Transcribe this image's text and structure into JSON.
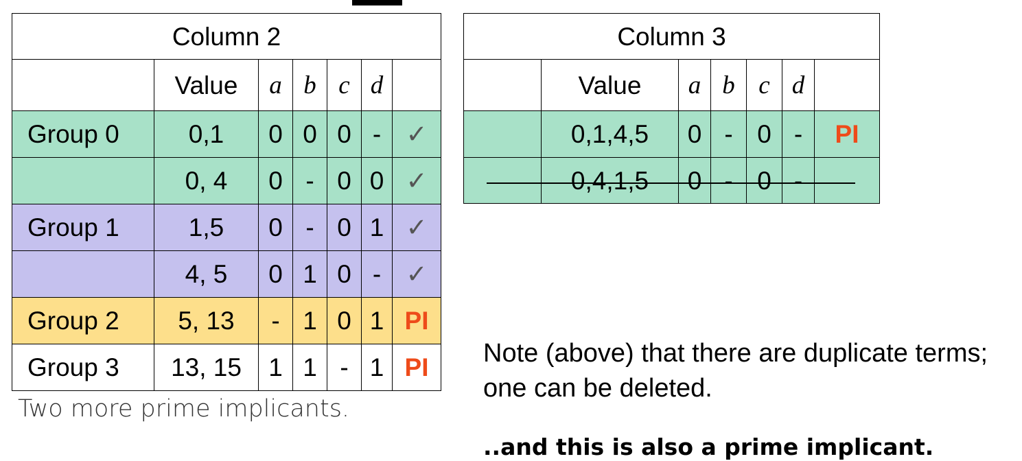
{
  "column2": {
    "title": "Column 2",
    "headers": {
      "value": "Value",
      "a": "a",
      "b": "b",
      "c": "c",
      "d": "d"
    },
    "rows": [
      {
        "group": "Group 0",
        "value": "0,1",
        "a": "0",
        "b": "0",
        "c": "0",
        "d": "-",
        "mark": "✓"
      },
      {
        "group": "",
        "value": "0, 4",
        "a": "0",
        "b": "-",
        "c": "0",
        "d": "0",
        "mark": "✓"
      },
      {
        "group": "Group 1",
        "value": "1,5",
        "a": "0",
        "b": "-",
        "c": "0",
        "d": "1",
        "mark": "✓"
      },
      {
        "group": "",
        "value": "4, 5",
        "a": "0",
        "b": "1",
        "c": "0",
        "d": "-",
        "mark": "✓"
      },
      {
        "group": "Group 2",
        "value": "5, 13",
        "a": "-",
        "b": "1",
        "c": "0",
        "d": "1",
        "mark": "PI"
      },
      {
        "group": "Group 3",
        "value": "13, 15",
        "a": "1",
        "b": "1",
        "c": "-",
        "d": "1",
        "mark": "PI"
      }
    ]
  },
  "column3": {
    "title": "Column 3",
    "headers": {
      "value": "Value",
      "a": "a",
      "b": "b",
      "c": "c",
      "d": "d"
    },
    "rows": [
      {
        "value": "0,1,4,5",
        "a": "0",
        "b": "-",
        "c": "0",
        "d": "-",
        "mark": "PI",
        "deleted": false
      },
      {
        "value": "0,4,1,5",
        "a": "0",
        "b": "-",
        "c": "0",
        "d": "-",
        "mark": "",
        "deleted": true
      }
    ]
  },
  "caption": "Two more prime implicants.",
  "note": "Note (above) that there are duplicate terms; one can be deleted.",
  "conclusion": "..and this is also a prime implicant.",
  "colors": {
    "group0": "#a8e1c8",
    "group1": "#c5c1ee",
    "group2": "#fddf8b",
    "pi": "#ee4b1a"
  }
}
